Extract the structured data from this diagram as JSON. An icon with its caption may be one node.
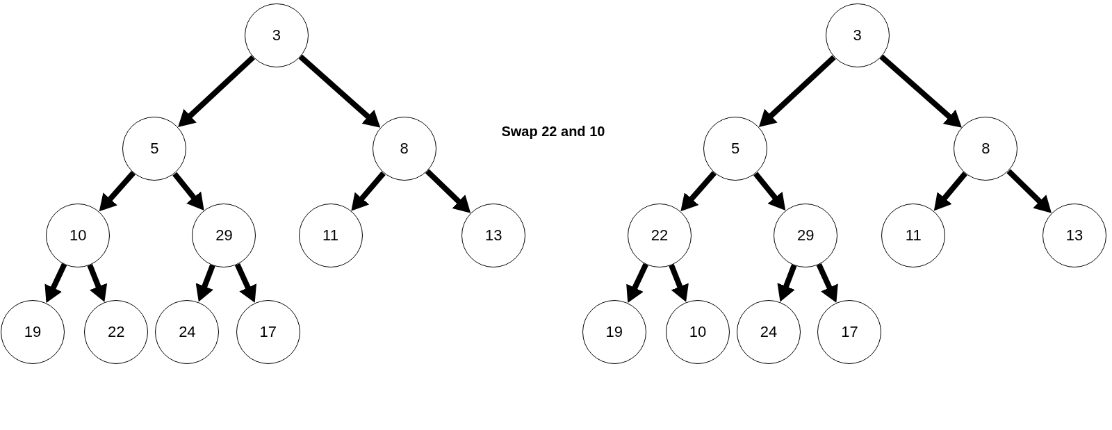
{
  "diagram": {
    "nodes": [
      {
        "text": [
          "3"
        ]
      },
      {
        "text": [
          "5"
        ]
      },
      {
        "text": [
          "8"
        ]
      },
      {
        "text": [
          "10"
        ]
      },
      {
        "text": [
          "29"
        ]
      },
      {
        "text": [
          "11"
        ]
      },
      {
        "text": [
          "13"
        ]
      },
      {
        "text": [
          "19"
        ]
      },
      {
        "text": [
          "22"
        ]
      },
      {
        "text": [
          "24"
        ]
      },
      {
        "text": [
          "17"
        ]
      },
      {
        "text": [
          "3"
        ]
      },
      {
        "text": [
          "5"
        ]
      },
      {
        "text": [
          "8"
        ]
      },
      {
        "text": [
          "22"
        ]
      },
      {
        "text": [
          "29"
        ]
      },
      {
        "text": [
          "11"
        ]
      },
      {
        "text": [
          "13"
        ]
      },
      {
        "text": [
          "19"
        ]
      },
      {
        "text": [
          "10"
        ]
      },
      {
        "text": [
          "24"
        ]
      },
      {
        "text": [
          "17"
        ]
      }
    ],
    "edges": [
      {
        "from": 0,
        "to": 1,
        "arrow": "to"
      },
      {
        "from": 0,
        "to": 2,
        "arrow": "to"
      },
      {
        "from": 1,
        "to": 3,
        "arrow": "to"
      },
      {
        "from": 1,
        "to": 4,
        "arrow": "to"
      },
      {
        "from": 2,
        "to": 5,
        "arrow": "to"
      },
      {
        "from": 2,
        "to": 6,
        "arrow": "to"
      },
      {
        "from": 3,
        "to": 7,
        "arrow": "to"
      },
      {
        "from": 3,
        "to": 8,
        "arrow": "to"
      },
      {
        "from": 4,
        "to": 9,
        "arrow": "to"
      },
      {
        "from": 4,
        "to": 10,
        "arrow": "to"
      },
      {
        "from": 11,
        "to": 12,
        "arrow": "to"
      },
      {
        "from": 11,
        "to": 13,
        "arrow": "to"
      },
      {
        "from": 12,
        "to": 14,
        "arrow": "to"
      },
      {
        "from": 12,
        "to": 15,
        "arrow": "to"
      },
      {
        "from": 13,
        "to": 16,
        "arrow": "to"
      },
      {
        "from": 13,
        "to": 17,
        "arrow": "to"
      },
      {
        "from": 14,
        "to": 18,
        "arrow": "to"
      },
      {
        "from": 14,
        "to": 19,
        "arrow": "to"
      },
      {
        "from": 15,
        "to": 20,
        "arrow": "to"
      },
      {
        "from": 15,
        "to": 21,
        "arrow": "to"
      }
    ],
    "labels": [
      "Swap 22 and 10"
    ]
  }
}
